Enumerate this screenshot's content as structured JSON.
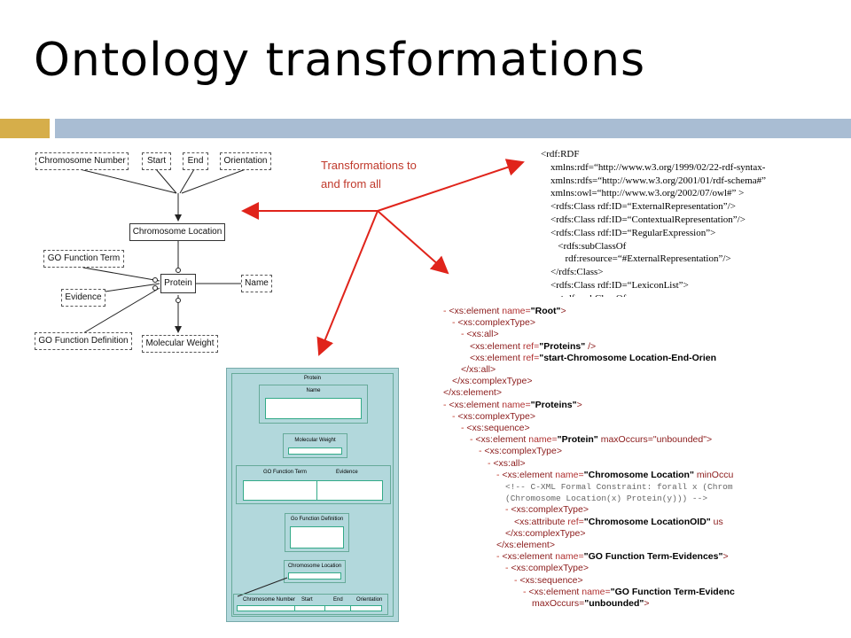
{
  "slide": {
    "title": "Ontology transformations"
  },
  "note": {
    "line1": "Transformations to",
    "line2": "and from all"
  },
  "orm": {
    "top_boxes": [
      "Chromosome Number",
      "Start",
      "End",
      "Orientation"
    ],
    "chromosome_location": "Chromosome Location",
    "protein": "Protein",
    "name": "Name",
    "go_function_term": "GO Function Term",
    "evidence": "Evidence",
    "go_function_definition": "GO Function Definition",
    "molecular_weight": "Molecular Weight"
  },
  "rdf": {
    "lines": [
      "<rdf:RDF",
      "    xmlns:rdf=“http://www.w3.org/1999/02/22-rdf-syntax-",
      "    xmlns:rdfs=“http://www.w3.org/2001/01/rdf-schema#”",
      "    xmlns:owl=“http://www.w3.org/2002/07/owl#” >",
      "    <rdfs:Class rdf:ID=“ExternalRepresentation”/>",
      "    <rdfs:Class rdf:ID=“ContextualRepresentation”/>",
      "    <rdfs:Class rdf:ID=“RegularExpression”>",
      "       <rdfs:subClassOf",
      "          rdf:resource=“#ExternalRepresentation”/>",
      "    </rdfs:Class>",
      "    <rdfs:Class rdf:ID=“LexiconList”>",
      "       <rdfs:subClassOf"
    ]
  },
  "xsd": {
    "lines": [
      {
        "indent": 0,
        "mark": "- ",
        "pre": "<xs:element ",
        "attr": "name=",
        "val": "\"Root\"",
        "post": ">"
      },
      {
        "indent": 1,
        "mark": "- ",
        "pre": "<xs:complexType>",
        "attr": "",
        "val": "",
        "post": ""
      },
      {
        "indent": 2,
        "mark": "- ",
        "pre": "<xs:all>",
        "attr": "",
        "val": "",
        "post": ""
      },
      {
        "indent": 3,
        "mark": "",
        "pre": "<xs:element ",
        "attr": "ref=",
        "val": "\"Proteins\"",
        "post": " />"
      },
      {
        "indent": 3,
        "mark": "",
        "pre": "<xs:element ",
        "attr": "ref=",
        "val": "\"start-Chromosome Location-End-Orien",
        "post": ""
      },
      {
        "indent": 2,
        "mark": "",
        "pre": "</xs:all>",
        "attr": "",
        "val": "",
        "post": ""
      },
      {
        "indent": 1,
        "mark": "",
        "pre": "</xs:complexType>",
        "attr": "",
        "val": "",
        "post": ""
      },
      {
        "indent": 0,
        "mark": "",
        "pre": "</xs:element>",
        "attr": "",
        "val": "",
        "post": ""
      },
      {
        "indent": 0,
        "mark": "- ",
        "pre": "<xs:element ",
        "attr": "name=",
        "val": "\"Proteins\"",
        "post": ">"
      },
      {
        "indent": 1,
        "mark": "- ",
        "pre": "<xs:complexType>",
        "attr": "",
        "val": "",
        "post": ""
      },
      {
        "indent": 2,
        "mark": "- ",
        "pre": "<xs:sequence>",
        "attr": "",
        "val": "",
        "post": ""
      },
      {
        "indent": 3,
        "mark": "- ",
        "pre": "<xs:element ",
        "attr": "name=",
        "val": "\"Protein\"",
        "post": " maxOccurs=\"unbounded\">"
      },
      {
        "indent": 4,
        "mark": "- ",
        "pre": "<xs:complexType>",
        "attr": "",
        "val": "",
        "post": ""
      },
      {
        "indent": 5,
        "mark": "- ",
        "pre": "<xs:all>",
        "attr": "",
        "val": "",
        "post": ""
      },
      {
        "indent": 6,
        "mark": "- ",
        "pre": "<xs:element ",
        "attr": "name=",
        "val": "\"Chromosome Location\"",
        "post": " minOccu"
      },
      {
        "indent": 7,
        "mark": "",
        "pre": "",
        "attr": "",
        "val": "",
        "post": "",
        "comment": "<!-- C-XML Formal Constraint: forall x (Chrom"
      },
      {
        "indent": 7,
        "mark": "",
        "pre": "",
        "attr": "",
        "val": "",
        "post": "",
        "comment": "(Chromosome Location(x) Protein(y))) -->"
      },
      {
        "indent": 7,
        "mark": "- ",
        "pre": "<xs:complexType>",
        "attr": "",
        "val": "",
        "post": ""
      },
      {
        "indent": 8,
        "mark": "",
        "pre": "<xs:attribute ",
        "attr": "ref=",
        "val": "\"Chromosome LocationOID\"",
        "post": " us"
      },
      {
        "indent": 7,
        "mark": "",
        "pre": "</xs:complexType>",
        "attr": "",
        "val": "",
        "post": ""
      },
      {
        "indent": 6,
        "mark": "",
        "pre": "</xs:element>",
        "attr": "",
        "val": "",
        "post": ""
      },
      {
        "indent": 6,
        "mark": "- ",
        "pre": "<xs:element ",
        "attr": "name=",
        "val": "\"GO Function Term-Evidences\"",
        "post": ">"
      },
      {
        "indent": 7,
        "mark": "- ",
        "pre": "<xs:complexType>",
        "attr": "",
        "val": "",
        "post": ""
      },
      {
        "indent": 8,
        "mark": "- ",
        "pre": "<xs:sequence>",
        "attr": "",
        "val": "",
        "post": ""
      },
      {
        "indent": 9,
        "mark": "- ",
        "pre": "<xs:element ",
        "attr": "name=",
        "val": "\"GO Function Term-Evidenc",
        "post": ""
      },
      {
        "indent": 10,
        "mark": "",
        "pre": "maxOccurs=",
        "attr": "",
        "val": "\"unbounded\"",
        "post": ">"
      }
    ]
  },
  "form": {
    "title": "Protein",
    "name": "Name",
    "molecular_weight": "Molecular Weight",
    "go_function_term": "GO Function Term",
    "evidence": "Evidence",
    "go_function_definition": "Go Function Definition",
    "chromosome_location": "Chromosome Location",
    "cl_cols": [
      "Chromosome Number",
      "Start",
      "End",
      "Orientation"
    ]
  },
  "colors": {
    "arrow": "#e0241b",
    "gold": "#d6ae4a",
    "blue_bar": "#a9bdd3",
    "form_bg": "#b2d8dc"
  }
}
